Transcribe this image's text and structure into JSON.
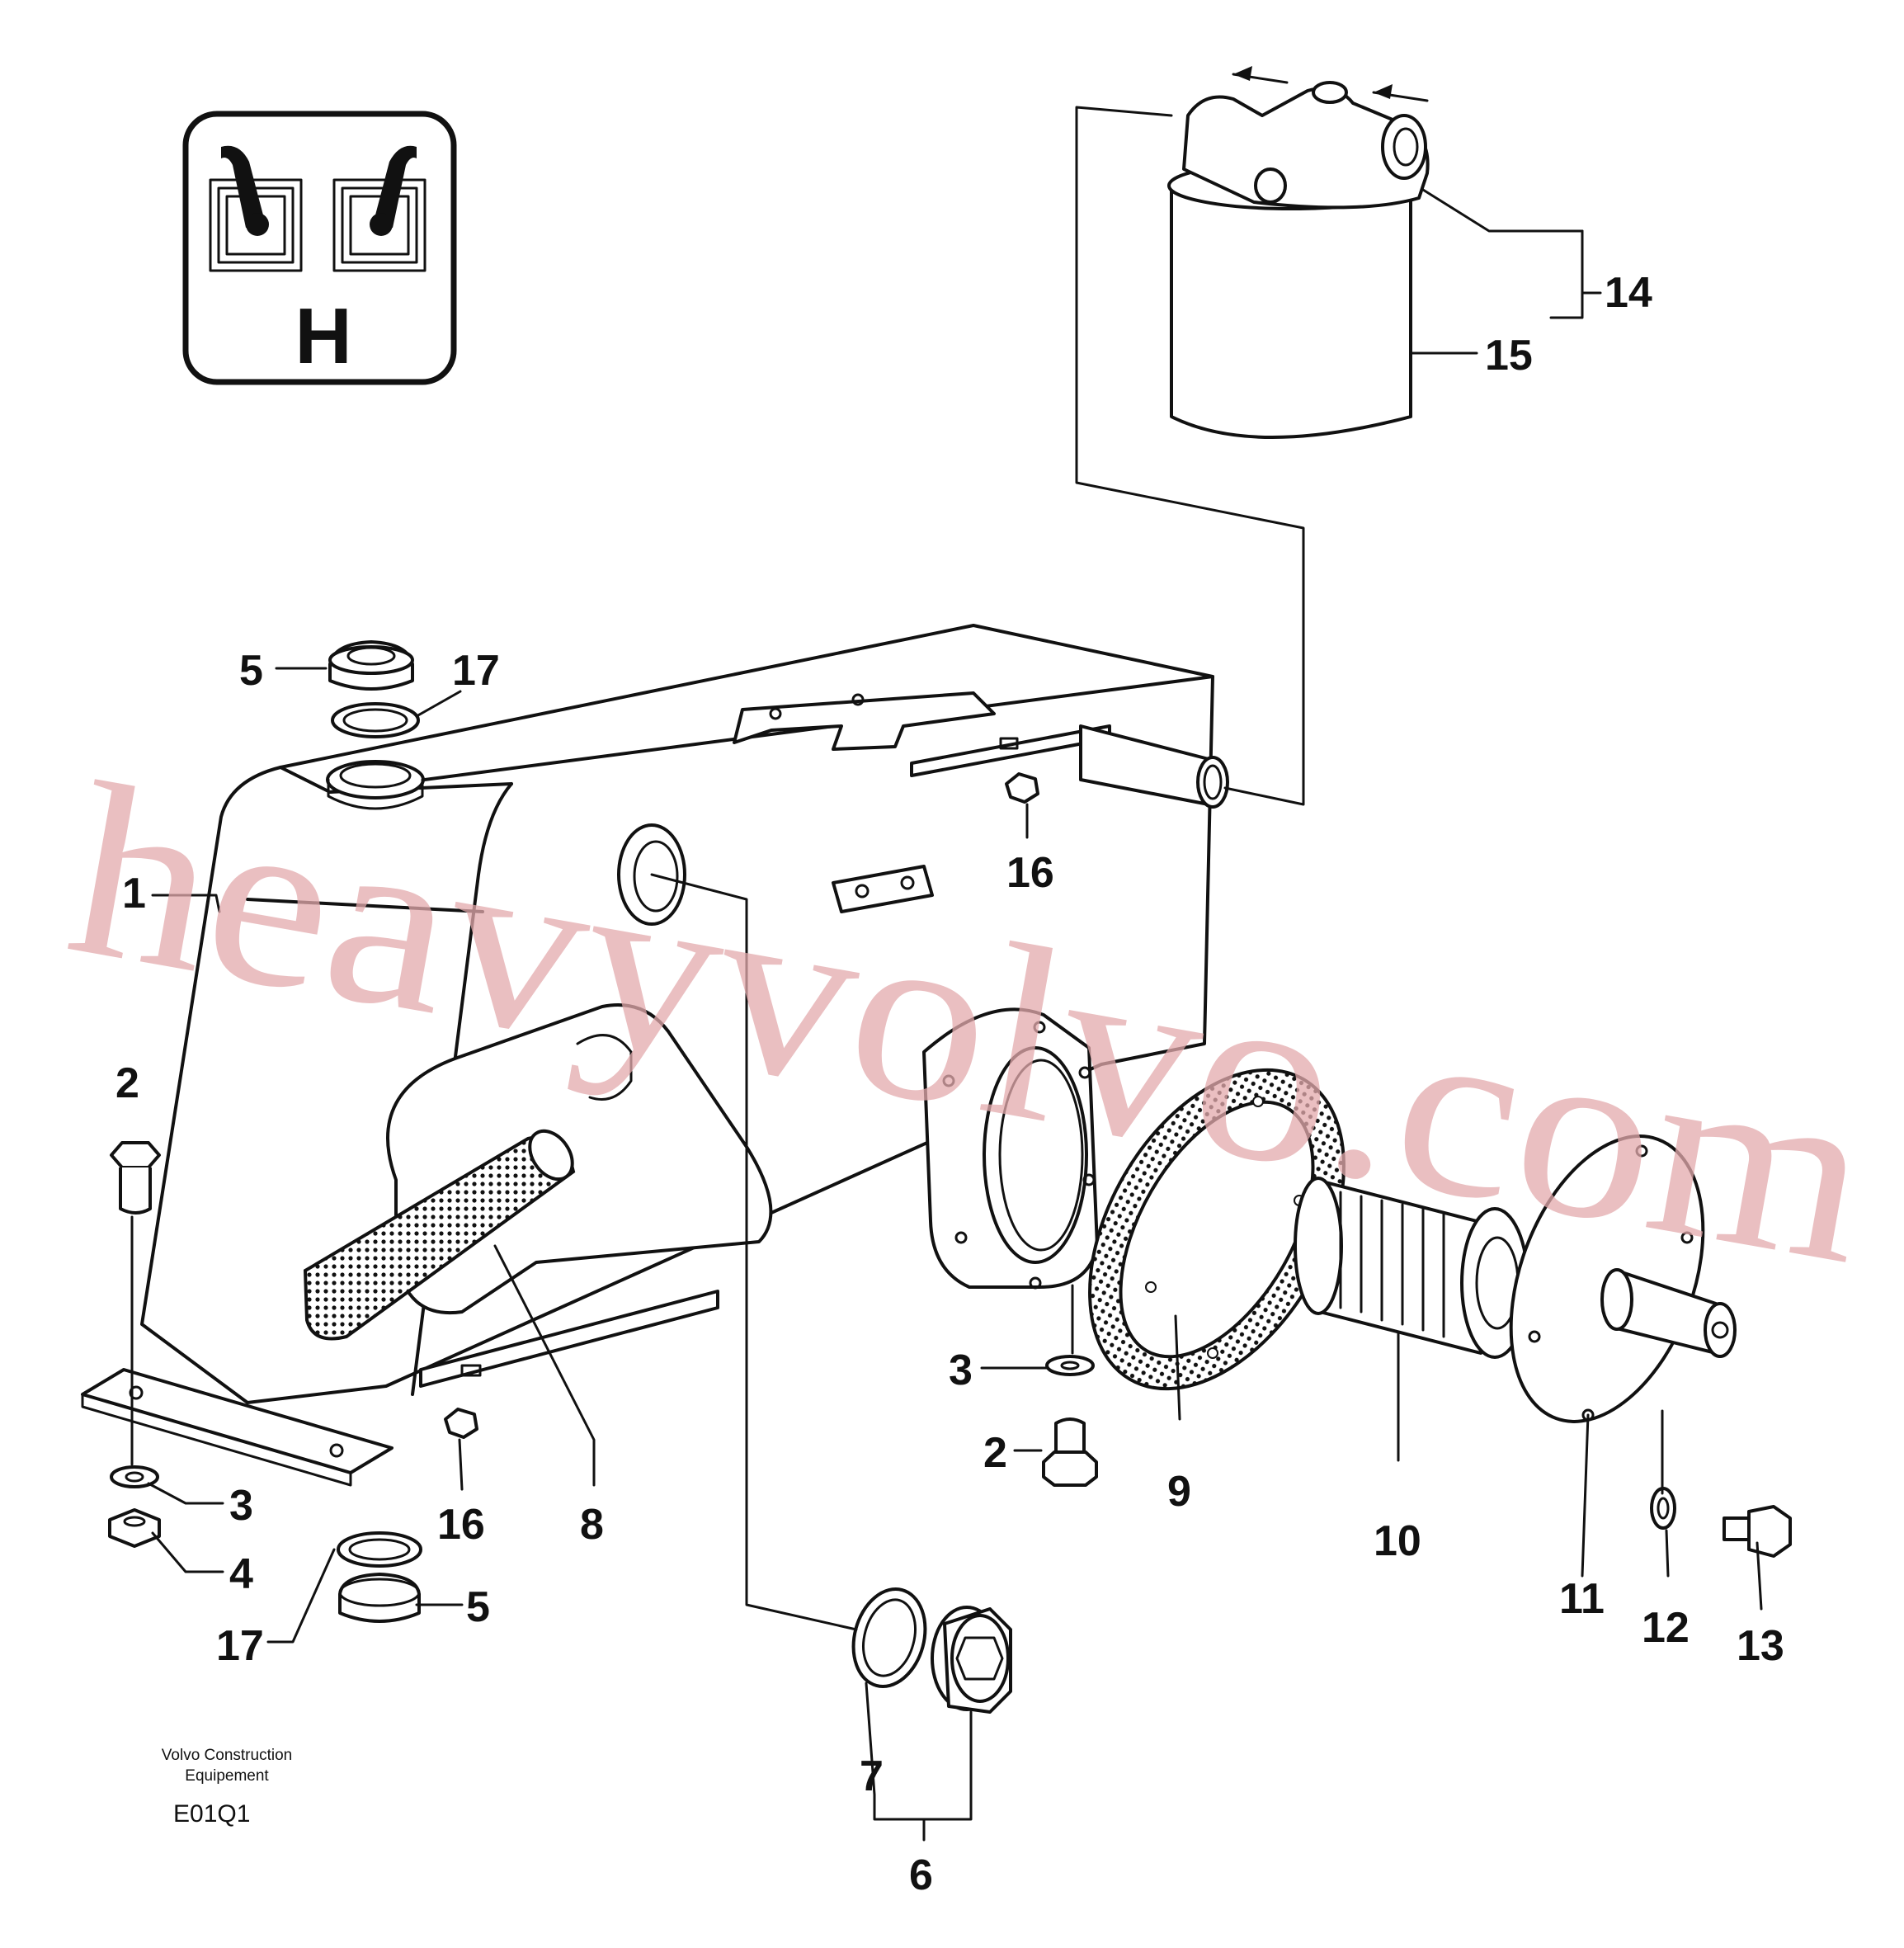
{
  "symbol": {
    "letter": "H"
  },
  "callouts": {
    "c1": "1",
    "c2a": "2",
    "c2b": "2",
    "c3a": "3",
    "c3b": "3",
    "c4": "4",
    "c5a": "5",
    "c5b": "5",
    "c6": "6",
    "c7": "7",
    "c8": "8",
    "c9": "9",
    "c10": "10",
    "c11": "11",
    "c12": "12",
    "c13": "13",
    "c14": "14",
    "c15": "15",
    "c16a": "16",
    "c16b": "16",
    "c17a": "17",
    "c17b": "17"
  },
  "caption": {
    "line1": "Volvo Construction",
    "line2": "Equipement",
    "code": "E01Q1"
  },
  "watermark": "heavyvolvo.com",
  "colors": {
    "line": "#111111",
    "watermark": "#e3a9ac",
    "background": "#ffffff"
  }
}
